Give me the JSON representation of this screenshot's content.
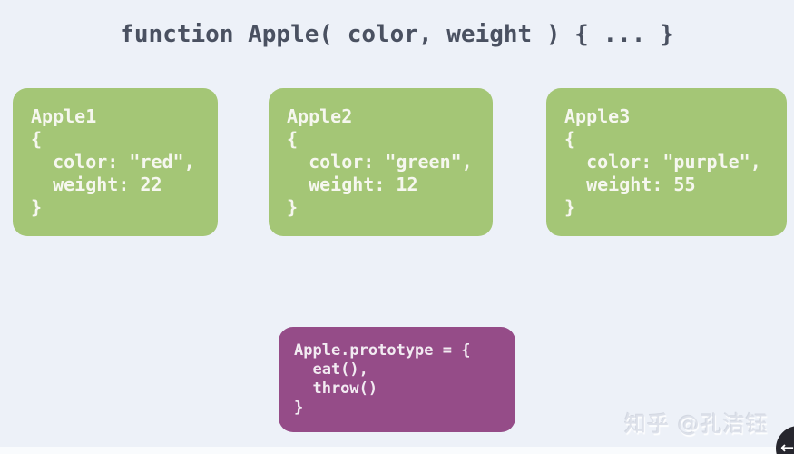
{
  "title": "function Apple( color, weight ) { ... }",
  "instance_boxes": [
    {
      "name": "Apple1",
      "color": "red",
      "weight": "22",
      "code": "Apple1\n{\n  color: \"red\",\n  weight: 22\n}"
    },
    {
      "name": "Apple2",
      "color": "green",
      "weight": "12",
      "code": "Apple2\n{\n  color: \"green\",\n  weight: 12\n}"
    },
    {
      "name": "Apple3",
      "color": "purple",
      "weight": "55",
      "code": "Apple3\n{\n  color: \"purple\",\n  weight: 55\n}"
    }
  ],
  "prototype_box": {
    "code": "Apple.prototype = {\n  eat(),\n  throw()\n}"
  },
  "watermark": "知乎 @孔洁钰",
  "floating_button": {
    "icon": "left-arrow",
    "glyph": "←"
  },
  "colors": {
    "background": "#edf1f8",
    "instance_box_bg": "#a4c676",
    "prototype_box_bg": "#954c88",
    "title_text": "#4a5161",
    "instance_text": "#f6f7ef",
    "prototype_text": "#f2ebf2",
    "watermark_text": "#dde1ea",
    "floating_button_bg": "#26262e"
  }
}
